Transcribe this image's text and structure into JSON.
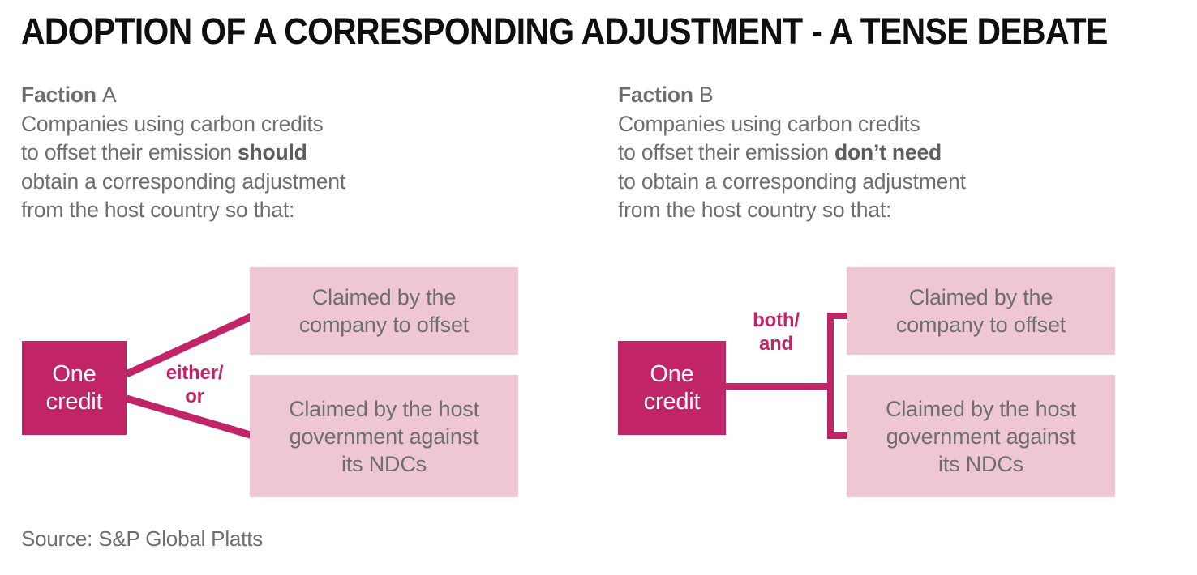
{
  "title": "ADOPTION OF A CORRESPONDING ADJUSTMENT - A TENSE DEBATE",
  "colors": {
    "accent_dark": "#C12568",
    "accent_light": "#EEC6D4",
    "text_gray": "#6E6E6E",
    "title_black": "#0F0F0F",
    "background": "#FFFFFF"
  },
  "factions": [
    {
      "heading_word": "Faction",
      "heading_letter": "A",
      "body_lines": [
        {
          "pre": "Companies using carbon credits",
          "em": "",
          "post": ""
        },
        {
          "pre": "to offset their emission ",
          "em": "should",
          "post": ""
        },
        {
          "pre": "obtain a corresponding adjustment",
          "em": "",
          "post": ""
        },
        {
          "pre": "from the host country so that:",
          "em": "",
          "post": ""
        }
      ],
      "credit_box": {
        "line1": "One",
        "line2": "credit"
      },
      "connector_label": {
        "line1": "either/",
        "line2": "or"
      },
      "connector_type": "diverging-v",
      "outcomes": [
        {
          "lines": [
            "Claimed by the",
            "company to offset"
          ]
        },
        {
          "lines": [
            "Claimed by the host",
            "government against",
            "its NDCs"
          ]
        }
      ]
    },
    {
      "heading_word": "Faction",
      "heading_letter": "B",
      "body_lines": [
        {
          "pre": "Companies using carbon credits",
          "em": "",
          "post": ""
        },
        {
          "pre": "to offset their emission ",
          "em": "don’t need",
          "post": ""
        },
        {
          "pre": "to obtain a corresponding adjustment",
          "em": "",
          "post": ""
        },
        {
          "pre": "from the host country so that:",
          "em": "",
          "post": ""
        }
      ],
      "credit_box": {
        "line1": "One",
        "line2": "credit"
      },
      "connector_label": {
        "line1": "both/",
        "line2": "and"
      },
      "connector_type": "bracket",
      "outcomes": [
        {
          "lines": [
            "Claimed by the",
            "company to offset"
          ]
        },
        {
          "lines": [
            "Claimed by the host",
            "government against",
            "its NDCs"
          ]
        }
      ]
    }
  ],
  "source": "Source: S&P Global Platts",
  "source_clipped": " "
}
